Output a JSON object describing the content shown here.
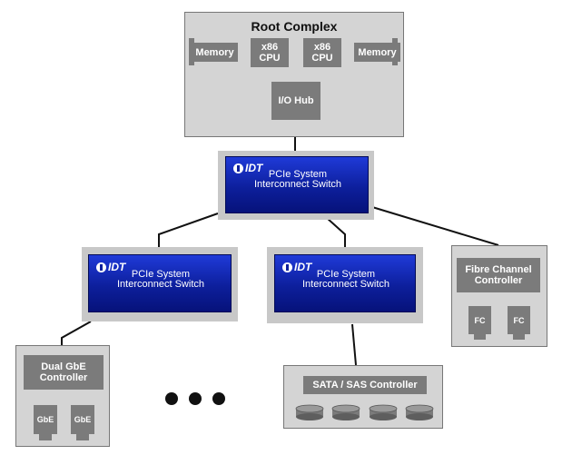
{
  "root_complex": {
    "title": "Root Complex",
    "memory_left": "Memory",
    "cpu_left": "x86 CPU",
    "cpu_right": "x86 CPU",
    "memory_right": "Memory",
    "io_hub": "I/O Hub"
  },
  "switches": {
    "logo": "IDT",
    "top": "PCIe System Interconnect Switch",
    "left": "PCIe System Interconnect Switch",
    "middle": "PCIe System Interconnect Switch"
  },
  "fibre_channel": {
    "title": "Fibre Channel Controller",
    "ports": [
      "FC",
      "FC"
    ]
  },
  "dual_gbe": {
    "title": "Dual GbE Controller",
    "ports": [
      "GbE",
      "GbE"
    ]
  },
  "sata": {
    "title": "SATA / SAS Controller",
    "disk_count_icon": "disk-icon"
  },
  "colors": {
    "switch_blue": "#0d1f9c",
    "panel_gray": "#d4d4d4",
    "box_gray": "#7b7b7b"
  }
}
